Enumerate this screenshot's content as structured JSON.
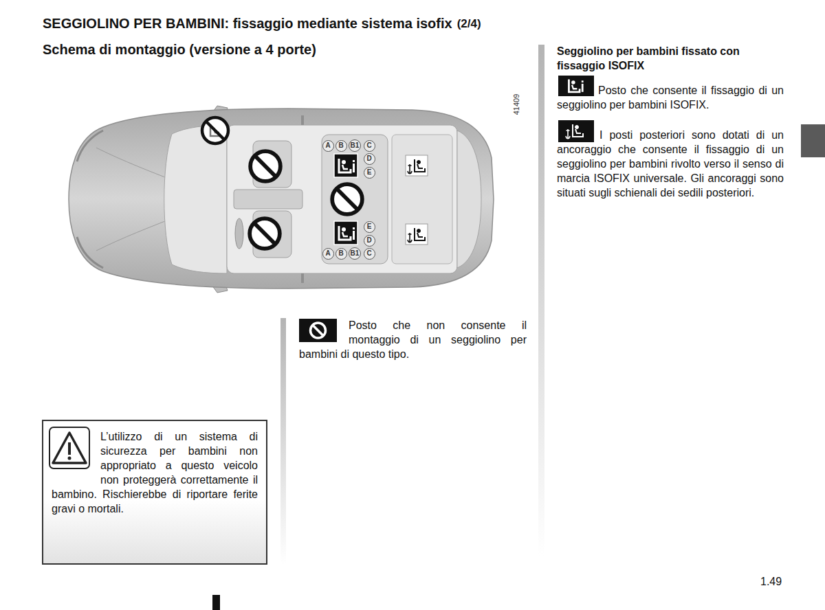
{
  "diagram": {
    "title": "SEGGIOLINO PER BAMBINI: fissaggio mediante sistema isofix",
    "nodes": [
      {
        "text": [
          "A"
        ]
      },
      {
        "text": [
          "B"
        ]
      },
      {
        "text": [
          "B1"
        ]
      },
      {
        "text": [
          "C"
        ]
      },
      {
        "text": [
          "D"
        ]
      },
      {
        "text": [
          "E"
        ]
      },
      {
        "text": [
          "E"
        ]
      },
      {
        "text": [
          "D"
        ]
      },
      {
        "text": [
          "A"
        ]
      },
      {
        "text": [
          "B"
        ]
      },
      {
        "text": [
          "B1"
        ]
      },
      {
        "text": [
          "C"
        ]
      },
      {
        "text": [
          "L’utilizzo di un sistema di sicurezza per bambini non appropriato a questo veicolo non proteggerà correttamente il bambino. Rischierebbe di riportare ferite gravi o mortali."
        ]
      }
    ],
    "labels": [
      "(2/4)",
      "Schema di montaggio (versione a 4 porte)",
      "41409",
      "Posto che non consente il montaggio di un seggiolino per bambini di questo tipo.",
      "Seggiolino per bambini fissato con fissaggio ISOFIX",
      "Posto che consente il fissaggio di un seggiolino per bambini ISOFIX.",
      "I posti posteriori sono dotati di un ancoraggio che consente il fissaggio di un seggiolino per bambini rivolto verso il senso di marcia ISOFIX universale. Gli ancoraggi sono situati sugli schienali dei sedili posteriori.",
      "1.49"
    ]
  }
}
